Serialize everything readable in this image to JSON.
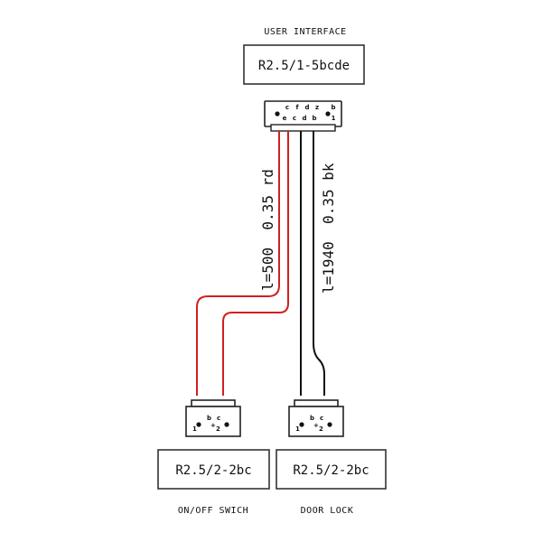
{
  "colors": {
    "red_wire": "#d21f1f",
    "black_wire": "#111111"
  },
  "user_interface": {
    "title": "USER INTERFACE",
    "part": "R2.5/1-5bcde",
    "pins_top": [
      "c",
      "f",
      "d",
      "z",
      "b"
    ],
    "pins_bottom": [
      "e",
      "c",
      "d",
      "b",
      "1"
    ]
  },
  "wires": {
    "red_label": "l=500  0.35 rd",
    "black_label": "l=1940  0.35 bk"
  },
  "switch": {
    "part": "R2.5/2-2bc",
    "caption": "ON/OFF SWICH",
    "pin_left": "1",
    "pin_b": "b",
    "pin_c": "c",
    "pin_plus": "+",
    "pin_2": "2"
  },
  "door_lock": {
    "part": "R2.5/2-2bc",
    "caption": "DOOR LOCK",
    "pin_left": "1",
    "pin_b": "b",
    "pin_c": "c",
    "pin_plus": "+",
    "pin_2": "2"
  }
}
